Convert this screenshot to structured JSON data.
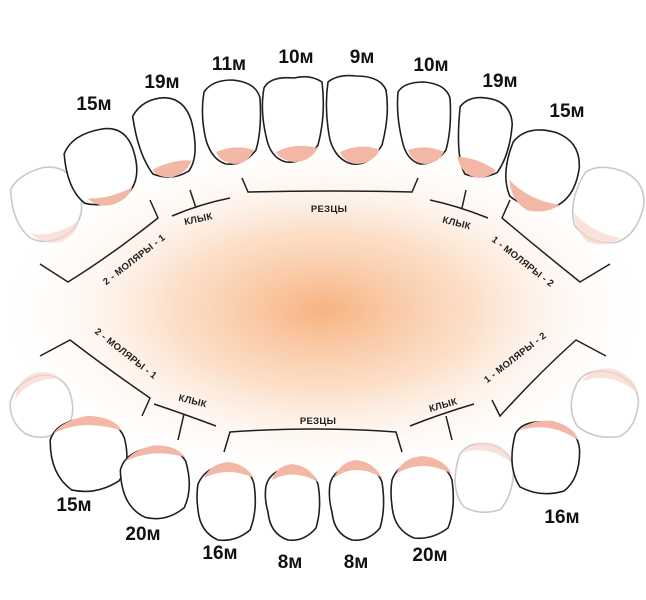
{
  "colors": {
    "gum": "#f3b7a6",
    "glow_center": "#f6a76e",
    "outline": "#1f1f1f"
  },
  "upper": {
    "ages": {
      "u15l": "15м",
      "u19l": "19м",
      "u11": "11м",
      "u10l": "10м",
      "u9": "9м",
      "u10r": "10м",
      "u19r": "19м",
      "u15r": "15м"
    },
    "groups": {
      "molars_left": "2 - МОЛЯРЫ - 1",
      "canine_left": "КЛЫК",
      "incisors": "РЕЗЦЫ",
      "canine_right": "КЛЫК",
      "molars_right": "1 - МОЛЯРЫ - 2"
    }
  },
  "lower": {
    "ages": {
      "l15": "15м",
      "l20l": "20м",
      "l16l": "16м",
      "l8l": "8м",
      "l8r": "8м",
      "l20r": "20м",
      "l16r": "16м"
    },
    "groups": {
      "molars_left": "2 - МОЛЯРЫ - 1",
      "canine_left": "КЛЫК",
      "incisors": "РЕЗЦЫ",
      "canine_right": "КЛЫК",
      "molars_right": "1 - МОЛЯРЫ - 2"
    }
  }
}
